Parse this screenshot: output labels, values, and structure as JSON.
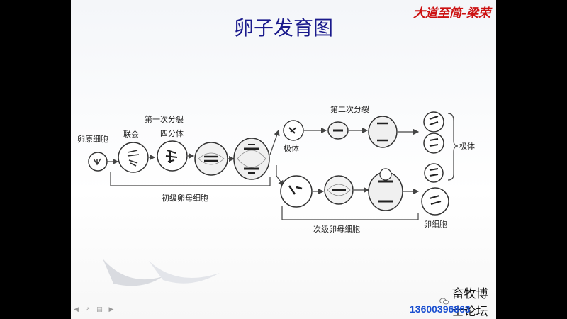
{
  "slide": {
    "title": "卵子发育图",
    "motto": "大道至简-梁荣",
    "phone": "13600396863",
    "watermark": "畜牧博士论坛",
    "nav_glyphs": "◀ ↗ ▤ ▶"
  },
  "diagram": {
    "labels": {
      "oogonium": "卵原细胞",
      "synapsis": "联会",
      "first_division": "第一次分裂",
      "tetrad": "四分体",
      "primary_oocyte": "初级卵母细胞",
      "second_division": "第二次分裂",
      "polar_body": "极体",
      "polar_bodies": "极体",
      "secondary_oocyte": "次级卵母细胞",
      "ovum": "卵细胞"
    }
  },
  "colors": {
    "title": "#1a1a8c",
    "motto": "#cc1111",
    "phone": "#1a4fd0"
  }
}
